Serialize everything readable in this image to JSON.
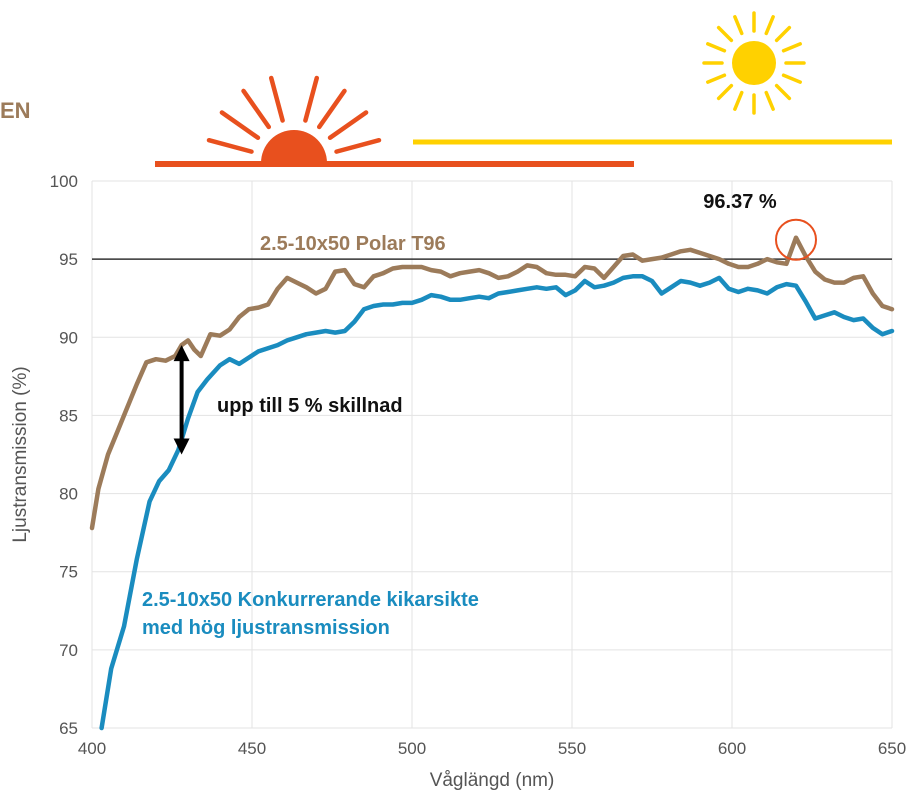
{
  "header_fragment": "EN",
  "colors": {
    "polar_series": "#9C7B5A",
    "competitor_series": "#1A8CBF",
    "reference_line": "#333333",
    "sunset": "#E8501E",
    "sun": "#FFD100",
    "grid": "#E3E3E3",
    "peak_marker": "#E8501E"
  },
  "icons": [
    "sunset-icon",
    "sun-icon"
  ],
  "chart_data": {
    "type": "line",
    "xlabel": "Våglängd (nm)",
    "ylabel": "Ljustransmission (%)",
    "xlim": [
      400,
      650
    ],
    "ylim": [
      65,
      100
    ],
    "x_ticks": [
      400,
      450,
      500,
      550,
      600,
      650
    ],
    "y_ticks": [
      65,
      70,
      75,
      80,
      85,
      90,
      95,
      100
    ],
    "grid": true,
    "reference_line": {
      "y": 95
    },
    "annotations": {
      "peak_label": "96.37 %",
      "peak_point": {
        "x": 620,
        "y": 96.37
      },
      "difference_label": "upp till 5 % skillnad",
      "difference_arrow": {
        "x": 428,
        "y_from": 82.5,
        "y_to": 89.5
      }
    },
    "series": [
      {
        "name": "2.5-10x50 Polar T96",
        "x": [
          400,
          402,
          405,
          408,
          411,
          414,
          417,
          420,
          423,
          426,
          428,
          430,
          432,
          434,
          437,
          440,
          443,
          446,
          449,
          452,
          455,
          458,
          461,
          464,
          467,
          470,
          473,
          476,
          479,
          482,
          485,
          488,
          491,
          494,
          497,
          500,
          503,
          506,
          509,
          512,
          515,
          518,
          521,
          524,
          527,
          530,
          533,
          536,
          539,
          542,
          545,
          548,
          551,
          554,
          557,
          560,
          563,
          566,
          569,
          572,
          575,
          578,
          581,
          584,
          587,
          590,
          593,
          596,
          599,
          602,
          605,
          608,
          611,
          614,
          617,
          620,
          623,
          626,
          629,
          632,
          635,
          638,
          641,
          644,
          647,
          650
        ],
        "values": [
          77.8,
          80.3,
          82.5,
          84,
          85.5,
          87,
          88.4,
          88.6,
          88.5,
          88.8,
          89.5,
          89.8,
          89.2,
          88.8,
          90.2,
          90.1,
          90.5,
          91.3,
          91.8,
          91.9,
          92.1,
          93.1,
          93.8,
          93.5,
          93.2,
          92.8,
          93.1,
          94.2,
          94.3,
          93.4,
          93.2,
          93.9,
          94.1,
          94.4,
          94.5,
          94.5,
          94.5,
          94.3,
          94.2,
          93.9,
          94.1,
          94.2,
          94.3,
          94.1,
          93.8,
          93.9,
          94.2,
          94.6,
          94.5,
          94.1,
          94,
          94,
          93.9,
          94.5,
          94.4,
          93.8,
          94.5,
          95.2,
          95.3,
          94.9,
          95,
          95.1,
          95.3,
          95.5,
          95.6,
          95.4,
          95.2,
          95,
          94.7,
          94.5,
          94.5,
          94.7,
          95,
          94.8,
          94.7,
          96.37,
          95.2,
          94.2,
          93.7,
          93.5,
          93.5,
          93.8,
          93.9,
          92.8,
          92,
          91.8
        ]
      },
      {
        "name": "2.5-10x50 Konkurrerande kikarsikte\nmed hög ljustransmission",
        "x": [
          403,
          406,
          410,
          414,
          418,
          421,
          424,
          427,
          430,
          433,
          436,
          440,
          443,
          446,
          449,
          452,
          455,
          458,
          461,
          464,
          467,
          470,
          473,
          476,
          479,
          482,
          485,
          488,
          491,
          494,
          497,
          500,
          503,
          506,
          509,
          512,
          515,
          518,
          521,
          524,
          527,
          530,
          533,
          536,
          539,
          542,
          545,
          548,
          551,
          554,
          557,
          560,
          563,
          566,
          569,
          572,
          575,
          578,
          581,
          584,
          587,
          590,
          593,
          596,
          599,
          602,
          605,
          608,
          611,
          614,
          617,
          620,
          623,
          626,
          629,
          632,
          635,
          638,
          641,
          644,
          647,
          650
        ],
        "values": [
          65,
          68.8,
          71.5,
          75.8,
          79.5,
          80.8,
          81.5,
          82.8,
          84.8,
          86.5,
          87.3,
          88.2,
          88.6,
          88.3,
          88.7,
          89.1,
          89.3,
          89.5,
          89.8,
          90,
          90.2,
          90.3,
          90.4,
          90.3,
          90.4,
          91,
          91.8,
          92,
          92.1,
          92.1,
          92.2,
          92.2,
          92.4,
          92.7,
          92.6,
          92.4,
          92.4,
          92.5,
          92.6,
          92.5,
          92.8,
          92.9,
          93,
          93.1,
          93.2,
          93.1,
          93.2,
          92.7,
          93,
          93.6,
          93.2,
          93.3,
          93.5,
          93.8,
          93.9,
          93.9,
          93.6,
          92.8,
          93.2,
          93.6,
          93.5,
          93.3,
          93.5,
          93.8,
          93.1,
          92.9,
          93.1,
          93,
          92.8,
          93.2,
          93.4,
          93.3,
          92.3,
          91.2,
          91.4,
          91.6,
          91.3,
          91.1,
          91.2,
          90.6,
          90.2,
          90.4
        ]
      }
    ]
  }
}
